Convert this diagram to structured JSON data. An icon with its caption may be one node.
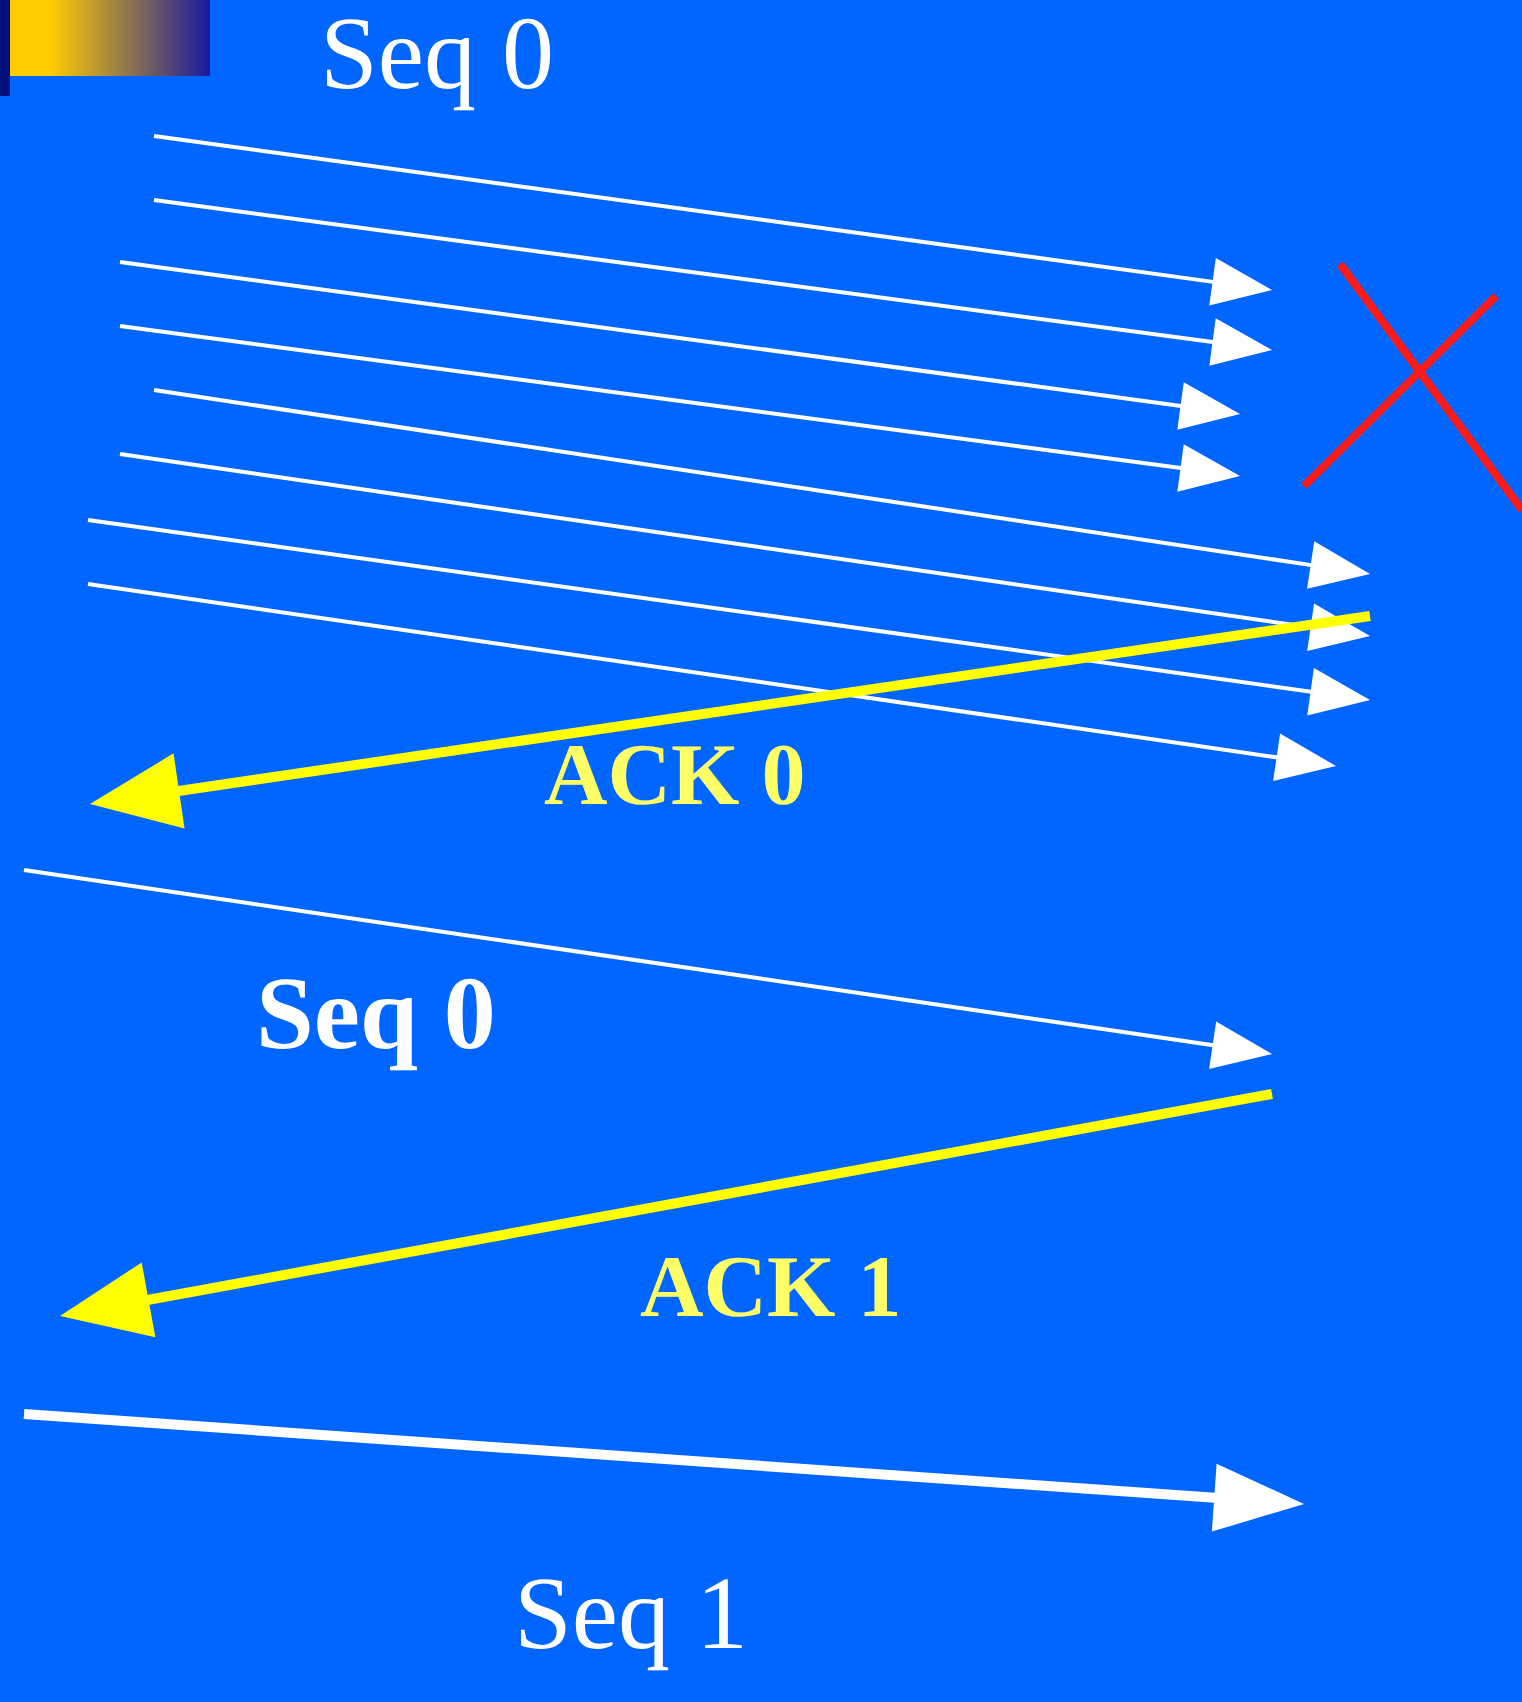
{
  "diagram": {
    "labels": [
      "Seq 0",
      "ACK 0",
      "Seq 0",
      "ACK 1",
      "Seq 1"
    ]
  }
}
